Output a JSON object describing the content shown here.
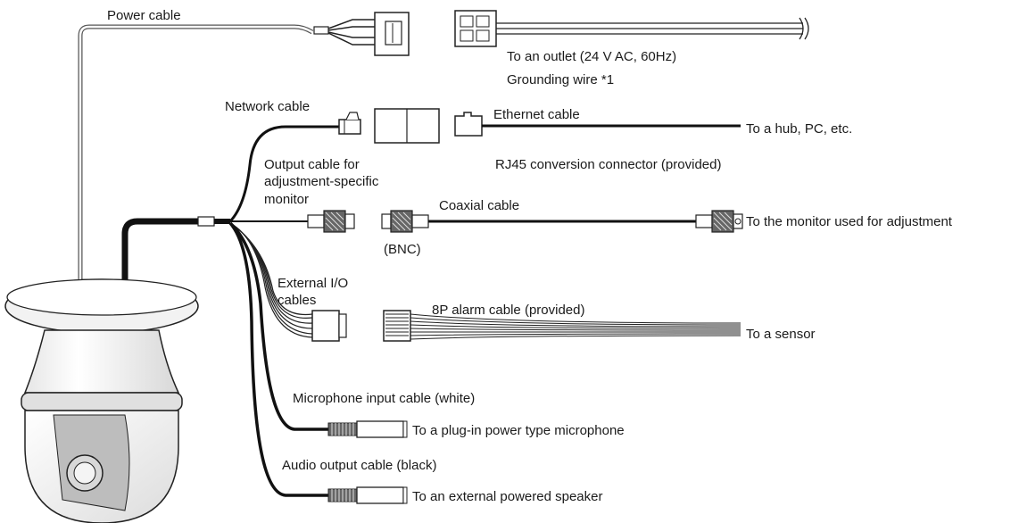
{
  "labels": {
    "power_cable": "Power cable",
    "to_outlet": "To an outlet (24 V AC, 60Hz)",
    "grounding_wire": "Grounding wire *1",
    "network_cable": "Network cable",
    "ethernet_cable": "Ethernet cable",
    "to_hub": "To a hub, PC, etc.",
    "rj45": "RJ45 conversion connector (provided)",
    "output_cable_line1": "Output cable for",
    "output_cable_line2": "adjustment-specific",
    "output_cable_line3": "monitor",
    "coaxial_cable": "Coaxial cable",
    "to_monitor": "To the monitor used for adjustment",
    "bnc": "(BNC)",
    "external_io_line1": "External I/O",
    "external_io_line2": "cables",
    "alarm_cable": "8P alarm cable (provided)",
    "to_sensor": "To a sensor",
    "mic_cable": "Microphone input cable (white)",
    "to_mic": "To a plug-in power type microphone",
    "audio_cable": "Audio output cable (black)",
    "to_speaker": "To an external powered speaker"
  },
  "icons": [
    "dome-camera-icon",
    "power-connector-icon",
    "rj45-plug-icon",
    "bnc-connector-icon",
    "alarm-connector-icon",
    "audio-plug-icon"
  ]
}
